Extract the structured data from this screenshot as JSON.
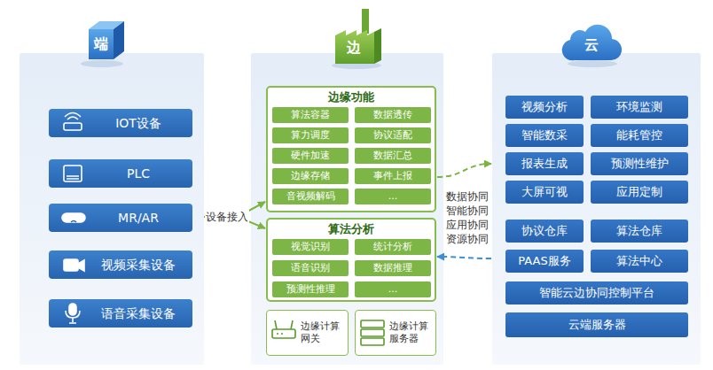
{
  "diagram": {
    "nodes": [
      {
        "text": [
          "端"
        ]
      },
      {
        "text": [
          "IOT设备"
        ],
        "in": 0
      },
      {
        "text": [
          "PLC"
        ],
        "in": 0
      },
      {
        "text": [
          "MR/AR"
        ],
        "in": 0
      },
      {
        "text": [
          "视频采集设备"
        ],
        "in": 0
      },
      {
        "text": [
          "语音采集设备"
        ],
        "in": 0
      },
      {
        "text": [
          "边"
        ]
      },
      {
        "text": [
          "边缘功能"
        ],
        "in": 6
      },
      {
        "text": [
          "算法容器"
        ],
        "in": 7
      },
      {
        "text": [
          "数据透传"
        ],
        "in": 7
      },
      {
        "text": [
          "算力调度"
        ],
        "in": 7
      },
      {
        "text": [
          "协议适配"
        ],
        "in": 7
      },
      {
        "text": [
          "硬件加速"
        ],
        "in": 7
      },
      {
        "text": [
          "数据汇总"
        ],
        "in": 7
      },
      {
        "text": [
          "边缘存储"
        ],
        "in": 7
      },
      {
        "text": [
          "事件上报"
        ],
        "in": 7
      },
      {
        "text": [
          "音视频解码"
        ],
        "in": 7
      },
      {
        "text": [
          "..."
        ],
        "in": 7
      },
      {
        "text": [
          "算法分析"
        ],
        "in": 6
      },
      {
        "text": [
          "视觉识别"
        ],
        "in": 18
      },
      {
        "text": [
          "统计分析"
        ],
        "in": 18
      },
      {
        "text": [
          "语音识别"
        ],
        "in": 18
      },
      {
        "text": [
          "数据推理"
        ],
        "in": 18
      },
      {
        "text": [
          "预测性推理"
        ],
        "in": 18
      },
      {
        "text": [
          "..."
        ],
        "in": 18
      },
      {
        "text": [
          "边缘计算 网关"
        ],
        "in": 6
      },
      {
        "text": [
          "边缘计算 服务器"
        ],
        "in": 6
      },
      {
        "text": [
          "云"
        ]
      },
      {
        "text": [
          "视频分析"
        ],
        "in": 27
      },
      {
        "text": [
          "环境监测"
        ],
        "in": 27
      },
      {
        "text": [
          "智能数采"
        ],
        "in": 27
      },
      {
        "text": [
          "能耗管控"
        ],
        "in": 27
      },
      {
        "text": [
          "报表生成"
        ],
        "in": 27
      },
      {
        "text": [
          "预测性维护"
        ],
        "in": 27
      },
      {
        "text": [
          "大屏可视"
        ],
        "in": 27
      },
      {
        "text": [
          "应用定制"
        ],
        "in": 27
      },
      {
        "text": [
          "协议仓库"
        ],
        "in": 27
      },
      {
        "text": [
          "算法仓库"
        ],
        "in": 27
      },
      {
        "text": [
          "PAAS服务"
        ],
        "in": 27
      },
      {
        "text": [
          "算法中心"
        ],
        "in": 27
      },
      {
        "text": [
          "智能云边协同控制平台"
        ],
        "in": 27
      },
      {
        "text": [
          "云端服务器"
        ],
        "in": 27
      }
    ],
    "edges": [
      {
        "from": 0,
        "to": 7,
        "arrow": "to",
        "label": "设备接入"
      },
      {
        "from": 0,
        "to": 18,
        "arrow": "to"
      },
      {
        "from": 7,
        "to": 27,
        "arrow": "to"
      },
      {
        "from": 27,
        "to": 18,
        "arrow": "to"
      }
    ],
    "labels": [
      "数据协同 智能协同 应用协同 资源协同"
    ]
  }
}
